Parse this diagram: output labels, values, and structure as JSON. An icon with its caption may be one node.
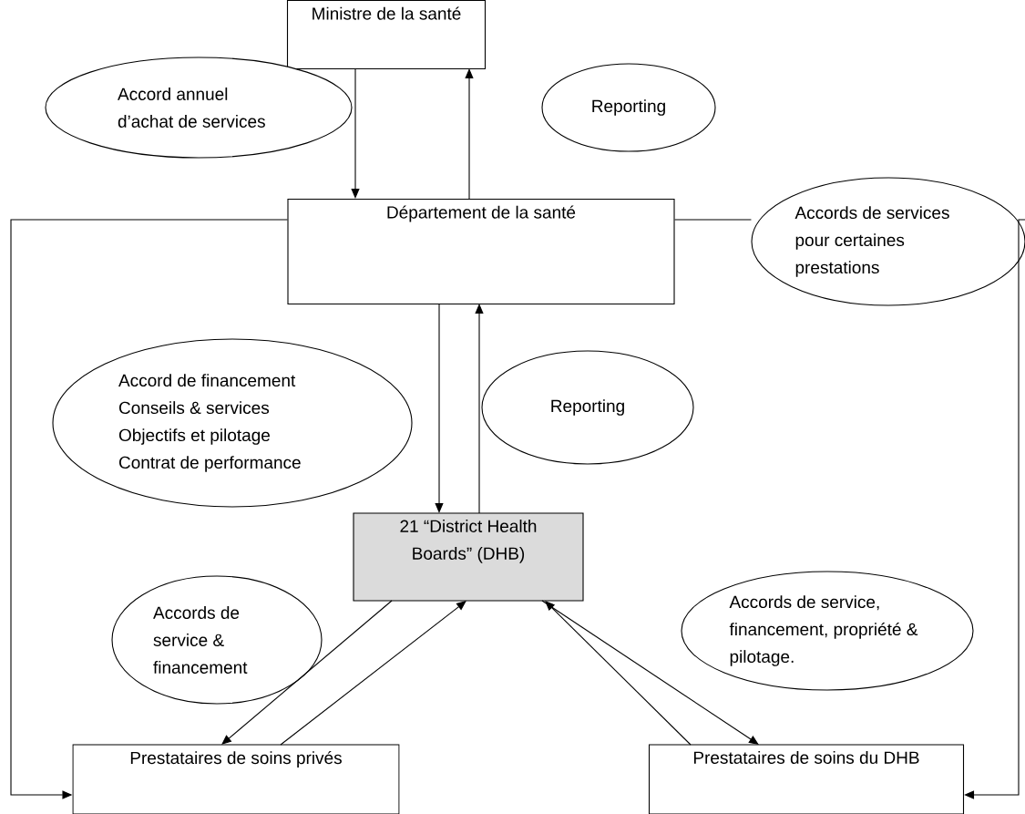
{
  "diagram": {
    "nodes": [
      {
        "text": [
          "Ministre de la santé"
        ]
      },
      {
        "text": [
          "Accord annuel d’achat de services"
        ]
      },
      {
        "text": [
          "Reporting"
        ]
      },
      {
        "text": [
          "Département de la santé"
        ]
      },
      {
        "text": [
          "Accords de services pour certaines prestations"
        ]
      },
      {
        "text": [
          "Accord de financement",
          "Conseils & services",
          "Objectifs et pilotage",
          "Contrat de performance"
        ]
      },
      {
        "text": [
          "Reporting"
        ]
      },
      {
        "text": [
          "21 “District Health Boards” (DHB)"
        ]
      },
      {
        "text": [
          "Accords de service & financement"
        ]
      },
      {
        "text": [
          "Accords de service, financement, propriété & pilotage."
        ]
      },
      {
        "text": [
          "Prestataires de soins privés"
        ]
      },
      {
        "text": [
          "Prestataires de soins du DHB"
        ]
      }
    ],
    "edges": [
      {
        "from": 0,
        "to": 3,
        "arrow": "to"
      },
      {
        "from": 3,
        "to": 0,
        "arrow": "to"
      },
      {
        "from": 3,
        "to": 7,
        "arrow": "to"
      },
      {
        "from": 7,
        "to": 3,
        "arrow": "to"
      },
      {
        "from": 3,
        "to": 10,
        "arrow": "to"
      },
      {
        "from": 3,
        "to": 4,
        "arrow": "none"
      },
      {
        "from": 4,
        "to": 11,
        "arrow": "to"
      },
      {
        "from": 7,
        "to": 10,
        "arrow": "to"
      },
      {
        "from": 10,
        "to": 7,
        "arrow": "to"
      },
      {
        "from": 7,
        "to": 11,
        "arrow": "to"
      },
      {
        "from": 11,
        "to": 7,
        "arrow": "to"
      }
    ]
  }
}
